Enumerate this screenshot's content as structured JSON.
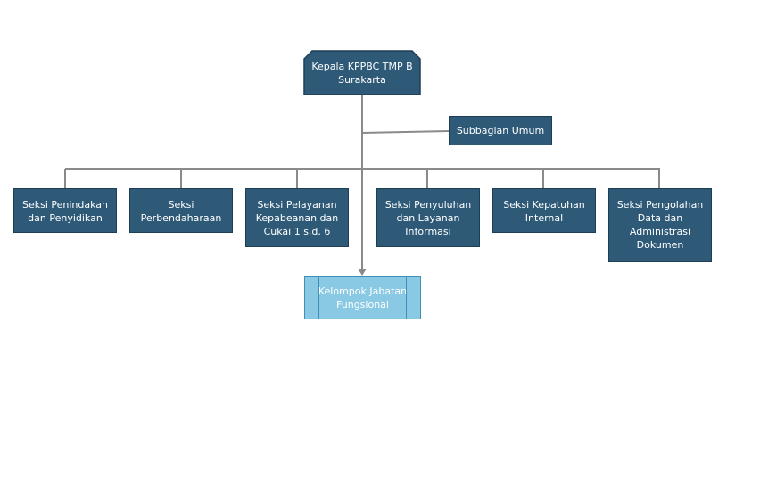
{
  "nodes": {
    "head": "Kepala KPPBC TMP B\nSurakarta",
    "umum": "Subbagian Umum",
    "seksi": [
      "Seksi Penindakan\ndan Penyidikan",
      "Seksi\nPerbendaharaan",
      "Seksi Pelayanan\nKepabeanan dan\nCukai 1 s.d. 6",
      "Seksi Penyuluhan\ndan Layanan\nInformasi",
      "Seksi Kepatuhan\nInternal",
      "Seksi Pengolahan\nData dan\nAdministrasi\nDokumen"
    ],
    "fungsional": "Kelompok Jabatan\nFungsional"
  },
  "colors": {
    "box_fill": "#2e5a78",
    "box_border": "#1d3e55",
    "light_fill": "#89c9e3",
    "connector": "#8a8a8a"
  }
}
